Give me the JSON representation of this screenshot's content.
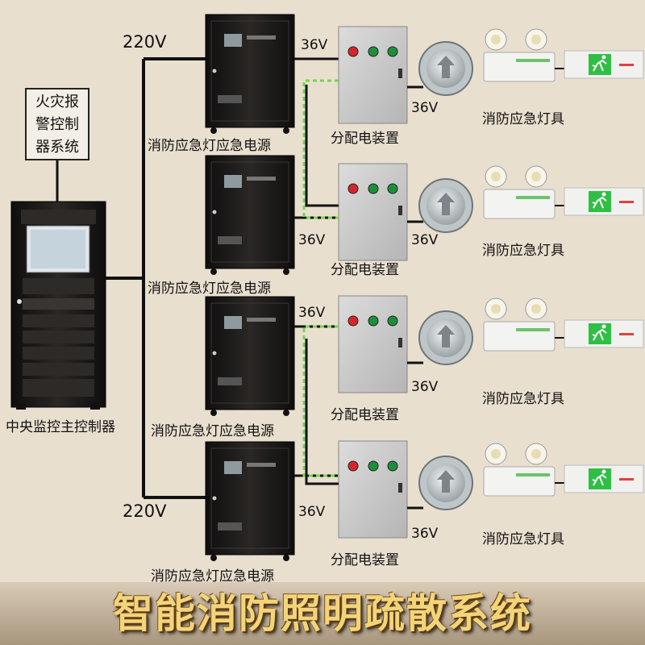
{
  "title": "智能消防照明疏散系统",
  "alarm_box": {
    "lines": [
      "火灾报",
      "警控制",
      "器系统"
    ]
  },
  "controller_label": "中央监控主控制器",
  "voltage_top": "220V",
  "voltage_bottom": "220V",
  "rows": [
    {
      "supply_label": "消防应急灯应急电源",
      "in_voltage": "36V",
      "box_label": "分配电装置",
      "out_voltage": "36V",
      "lamp_label": "消防应急灯具"
    },
    {
      "supply_label": "消防应急灯应急电源",
      "in_voltage": "36V",
      "box_label": "分配电装置",
      "out_voltage": "36V",
      "lamp_label": "消防应急灯具"
    },
    {
      "supply_label": "消防应急灯应急电源",
      "in_voltage": "36V",
      "box_label": "分配电装置",
      "out_voltage": "36V",
      "lamp_label": "消防应急灯具"
    },
    {
      "supply_label": "消防应急灯应急电源",
      "in_voltage": "36V",
      "box_label": "分配电装置",
      "out_voltage": "36V",
      "lamp_label": "消防应急灯具"
    }
  ],
  "colors": {
    "background": "#e9dfcf",
    "cabinet": "#1c1a19",
    "wire": "#111111",
    "signal_wire": "#6fd84a",
    "box": "#c9c9c9",
    "exit_sign": "#2fbf45",
    "title": "#f3d47a"
  }
}
